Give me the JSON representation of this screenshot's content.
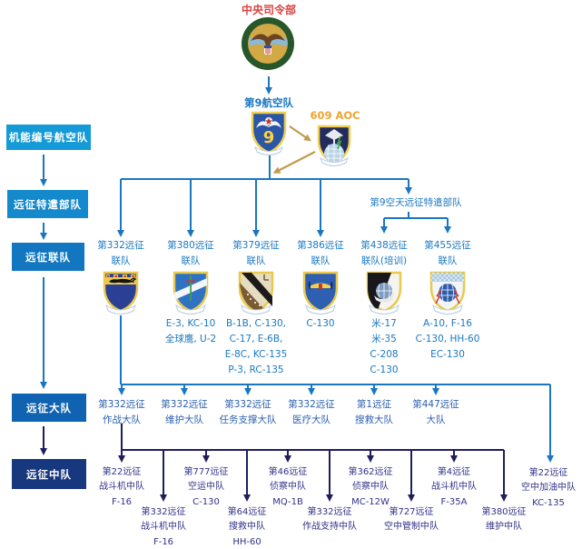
{
  "header": {
    "centcom": "中央司令部",
    "ninth_af": "第9航空队",
    "aoc": "609 AOC"
  },
  "left_rail": [
    "机能编号航空队",
    "远征特遣部队",
    "远征联队",
    "远征大队",
    "远征中队"
  ],
  "taskforce": "第9空天远征特遣部队",
  "wings": [
    {
      "line1": "第332远征",
      "line2": "联队",
      "aircraft": []
    },
    {
      "line1": "第380远征",
      "line2": "联队",
      "aircraft": [
        "E-3, KC-10",
        "全球鹰, U-2"
      ]
    },
    {
      "line1": "第379远征",
      "line2": "联队",
      "aircraft": [
        "B-1B, C-130,",
        "C-17, E-6B,",
        "E-8C, KC-135",
        "P-3, RC-135"
      ]
    },
    {
      "line1": "第386远征",
      "line2": "联队",
      "aircraft": [
        "C-130"
      ]
    },
    {
      "line1": "第438远征",
      "line2": "联队(培训)",
      "aircraft": [
        "米-17",
        "米-35",
        "C-208",
        "C-130"
      ]
    },
    {
      "line1": "第455远征",
      "line2": "联队",
      "aircraft": [
        "A-10, F-16",
        "C-130, HH-60",
        "EC-130"
      ]
    }
  ],
  "groups": [
    {
      "line1": "第332远征",
      "line2": "作战大队"
    },
    {
      "line1": "第332远征",
      "line2": "维护大队"
    },
    {
      "line1": "第332远征",
      "line2": "任务支撑大队"
    },
    {
      "line1": "第332远征",
      "line2": "医疗大队"
    },
    {
      "line1": "第1远征",
      "line2": "搜救大队"
    },
    {
      "line1": "第447远征",
      "line2": "大队"
    }
  ],
  "squadrons_row1": [
    {
      "line1": "第22远征",
      "line2": "战斗机中队",
      "ac": "F-16"
    },
    {
      "line1": "第777远征",
      "line2": "空运中队",
      "ac": "C-130"
    },
    {
      "line1": "第46远征",
      "line2": "侦察中队",
      "ac": "MQ-1B"
    },
    {
      "line1": "第362远征",
      "line2": "侦察中队",
      "ac": "MC-12W"
    },
    {
      "line1": "第4远征",
      "line2": "战斗机中队",
      "ac": "F-35A"
    },
    {
      "line1": "第22远征",
      "line2": "空中加油中队",
      "ac": "KC-135"
    }
  ],
  "squadrons_row2": [
    {
      "line1": "第332远征",
      "line2": "战斗机中队",
      "ac": "F-16"
    },
    {
      "line1": "第64远征",
      "line2": "搜救中队",
      "ac": "HH-60"
    },
    {
      "line1": "第332远征",
      "line2": "作战支持中队"
    },
    {
      "line1": "第727远征",
      "line2": "空中管制中队"
    },
    {
      "line1": "第380远征",
      "line2": "维护中队"
    }
  ],
  "colors": {
    "title_red": "#d84340",
    "link_blue": "#1b76c1",
    "aoc_orange": "#f0a432",
    "gold_arrow": "#c29a50",
    "group_blue": "#2b5fae",
    "squadron_navy": "#32318a",
    "line_navy": "#201d5e",
    "rail_boxes": [
      "#149bd7",
      "#1489cb",
      "#1277c0",
      "#0f63b0",
      "#17377f"
    ]
  }
}
